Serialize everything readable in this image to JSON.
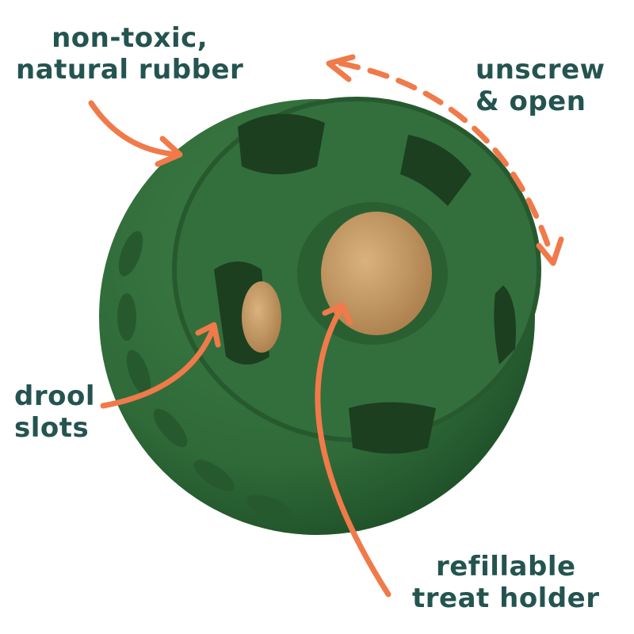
{
  "labels": {
    "material": "non-toxic,\nnatural rubber",
    "open": "unscrew\n& open",
    "slots": "drool\nslots",
    "holder": "refillable\ntreat holder"
  },
  "colors": {
    "text": "#245450",
    "arrow": "#f07a4a",
    "ball": "#2f6a38",
    "treat": "#c9a06a"
  }
}
